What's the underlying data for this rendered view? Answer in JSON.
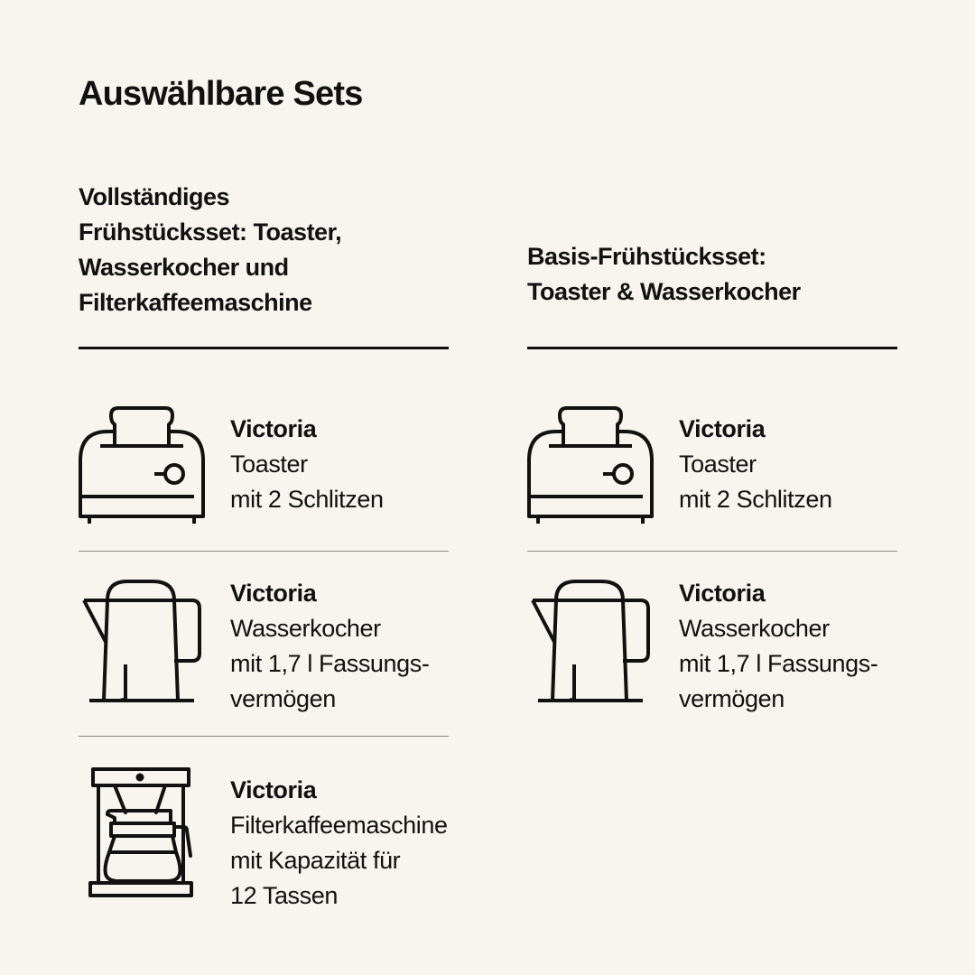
{
  "page": {
    "title": "Auswählbare Sets",
    "background_color": "#f8f5ef",
    "text_color": "#111111"
  },
  "sets": [
    {
      "heading_lines": [
        "Vollständiges",
        "Frühstücksset: Toaster,",
        "Wasserkocher und",
        "Filterkaffeemaschine"
      ],
      "items": [
        {
          "icon": "toaster-icon",
          "brand": "Victoria",
          "desc_lines": [
            "Toaster",
            "mit 2 Schlitzen"
          ]
        },
        {
          "icon": "kettle-icon",
          "brand": "Victoria",
          "desc_lines": [
            "Wasserkocher",
            "mit 1,7 l Fassungs-",
            "vermögen"
          ]
        },
        {
          "icon": "coffee-maker-icon",
          "brand": "Victoria",
          "desc_lines": [
            "Filterkaffeemaschine",
            "mit Kapazität für",
            "12 Tassen"
          ]
        }
      ]
    },
    {
      "heading_lines": [
        "Basis-Frühstücksset:",
        "Toaster & Wasserkocher"
      ],
      "items": [
        {
          "icon": "toaster-icon",
          "brand": "Victoria",
          "desc_lines": [
            "Toaster",
            "mit 2 Schlitzen"
          ]
        },
        {
          "icon": "kettle-icon",
          "brand": "Victoria",
          "desc_lines": [
            "Wasserkocher",
            "mit 1,7 l Fassungs-",
            "vermögen"
          ]
        }
      ]
    }
  ]
}
